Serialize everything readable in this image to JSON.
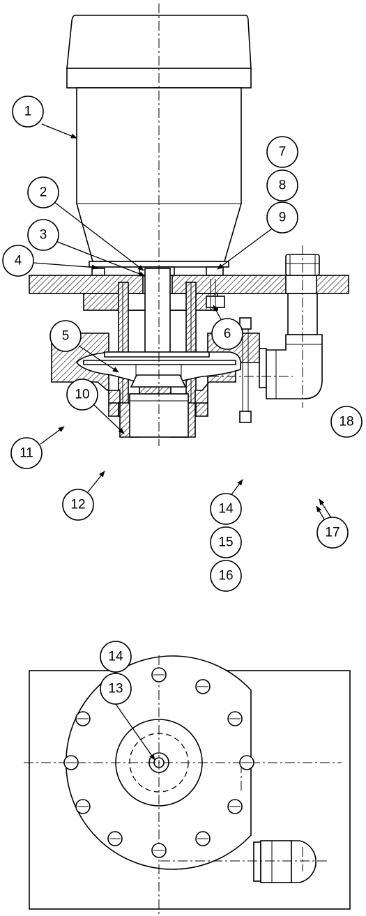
{
  "callouts": [
    {
      "id": "c1",
      "label": "1"
    },
    {
      "id": "c2",
      "label": "2"
    },
    {
      "id": "c3",
      "label": "3"
    },
    {
      "id": "c4",
      "label": "4"
    },
    {
      "id": "c5",
      "label": "5"
    },
    {
      "id": "c6",
      "label": "6"
    },
    {
      "id": "c7",
      "label": "7"
    },
    {
      "id": "c8",
      "label": "8"
    },
    {
      "id": "c9",
      "label": "9"
    },
    {
      "id": "c10",
      "label": "10"
    },
    {
      "id": "c11",
      "label": "11"
    },
    {
      "id": "c12",
      "label": "12"
    },
    {
      "id": "c13",
      "label": "13"
    },
    {
      "id": "c14a",
      "label": "14"
    },
    {
      "id": "c14b",
      "label": "14"
    },
    {
      "id": "c15",
      "label": "15"
    },
    {
      "id": "c16",
      "label": "16"
    },
    {
      "id": "c17",
      "label": "17"
    },
    {
      "id": "c18",
      "label": "18"
    }
  ],
  "colors": {
    "line": "#000000",
    "background": "#ffffff"
  }
}
